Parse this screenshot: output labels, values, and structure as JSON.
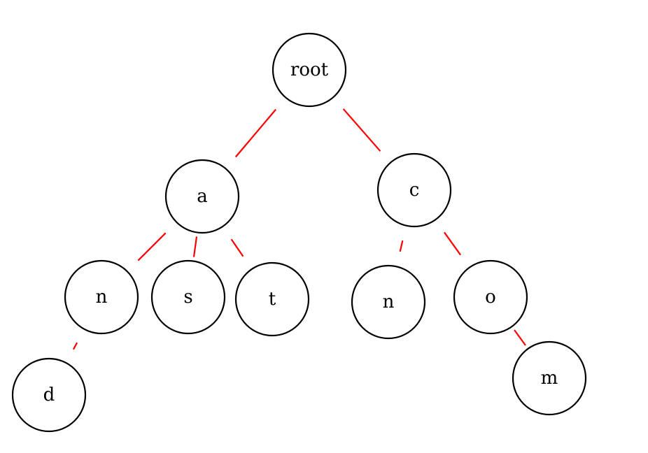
{
  "diagram": {
    "type": "trie",
    "colors": {
      "edge": "#ff0000",
      "node_stroke": "#000000",
      "node_fill": "#ffffff",
      "background": "#ffffff"
    },
    "nodes": [
      {
        "id": "root",
        "label": "root"
      },
      {
        "id": "a",
        "label": "a"
      },
      {
        "id": "c",
        "label": "c"
      },
      {
        "id": "a-n",
        "label": "n"
      },
      {
        "id": "a-s",
        "label": "s"
      },
      {
        "id": "a-t",
        "label": "t"
      },
      {
        "id": "c-n",
        "label": "n"
      },
      {
        "id": "c-o",
        "label": "o"
      },
      {
        "id": "a-n-d",
        "label": "d"
      },
      {
        "id": "c-o-m",
        "label": "m"
      }
    ],
    "edges": [
      {
        "from": "root",
        "to": "a"
      },
      {
        "from": "root",
        "to": "c"
      },
      {
        "from": "a",
        "to": "a-n"
      },
      {
        "from": "a",
        "to": "a-s"
      },
      {
        "from": "a",
        "to": "a-t"
      },
      {
        "from": "c",
        "to": "c-n"
      },
      {
        "from": "c",
        "to": "c-o"
      },
      {
        "from": "a-n",
        "to": "a-n-d"
      },
      {
        "from": "c-o",
        "to": "c-o-m"
      }
    ]
  }
}
